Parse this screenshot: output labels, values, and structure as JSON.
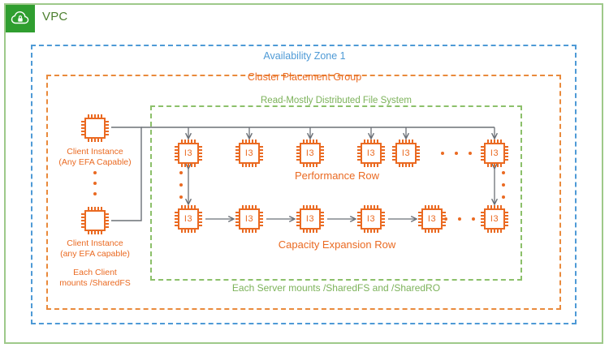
{
  "vpc": {
    "title": "VPC",
    "icon": "cloud-lock-icon",
    "border_color": "#9ec98a",
    "icon_bg": "#2f9e2f"
  },
  "boundaries": {
    "availability_zone": {
      "label": "Availability Zone 1",
      "color": "#4e9ad6"
    },
    "placement_group": {
      "label": "Cluster Placement Group",
      "color": "#ea6a22"
    },
    "file_system": {
      "label": "Read-Mostly Distributed File System",
      "color": "#7cb25a"
    }
  },
  "captions": {
    "server_mounts": "Each Server mounts /SharedFS and /SharedRO",
    "client_mounts_line1": "Each Client",
    "client_mounts_line2": "mounts /SharedFS"
  },
  "clients": [
    {
      "name": "client-instance-top",
      "line1": "Client Instance",
      "line2": "(Any EFA Capable)",
      "node_label": ""
    },
    {
      "name": "client-instance-bottom",
      "line1": "Client Instance",
      "line2": "(any EFA capable)",
      "node_label": ""
    }
  ],
  "rows": [
    {
      "id": "performance-row",
      "label": "Performance Row",
      "node_label": "I3",
      "node_count": 6,
      "has_ellipsis": true,
      "connector": "bus-down-arrows"
    },
    {
      "id": "capacity-expansion-row",
      "label": "Capacity Expansion Row",
      "node_label": "I3",
      "node_count": 6,
      "has_ellipsis": true,
      "connector": "chain-right-arrows"
    }
  ],
  "colors": {
    "orange": "#ea6a22",
    "blue": "#4e9ad6",
    "green": "#7cb25a",
    "wire": "#6b7077"
  }
}
